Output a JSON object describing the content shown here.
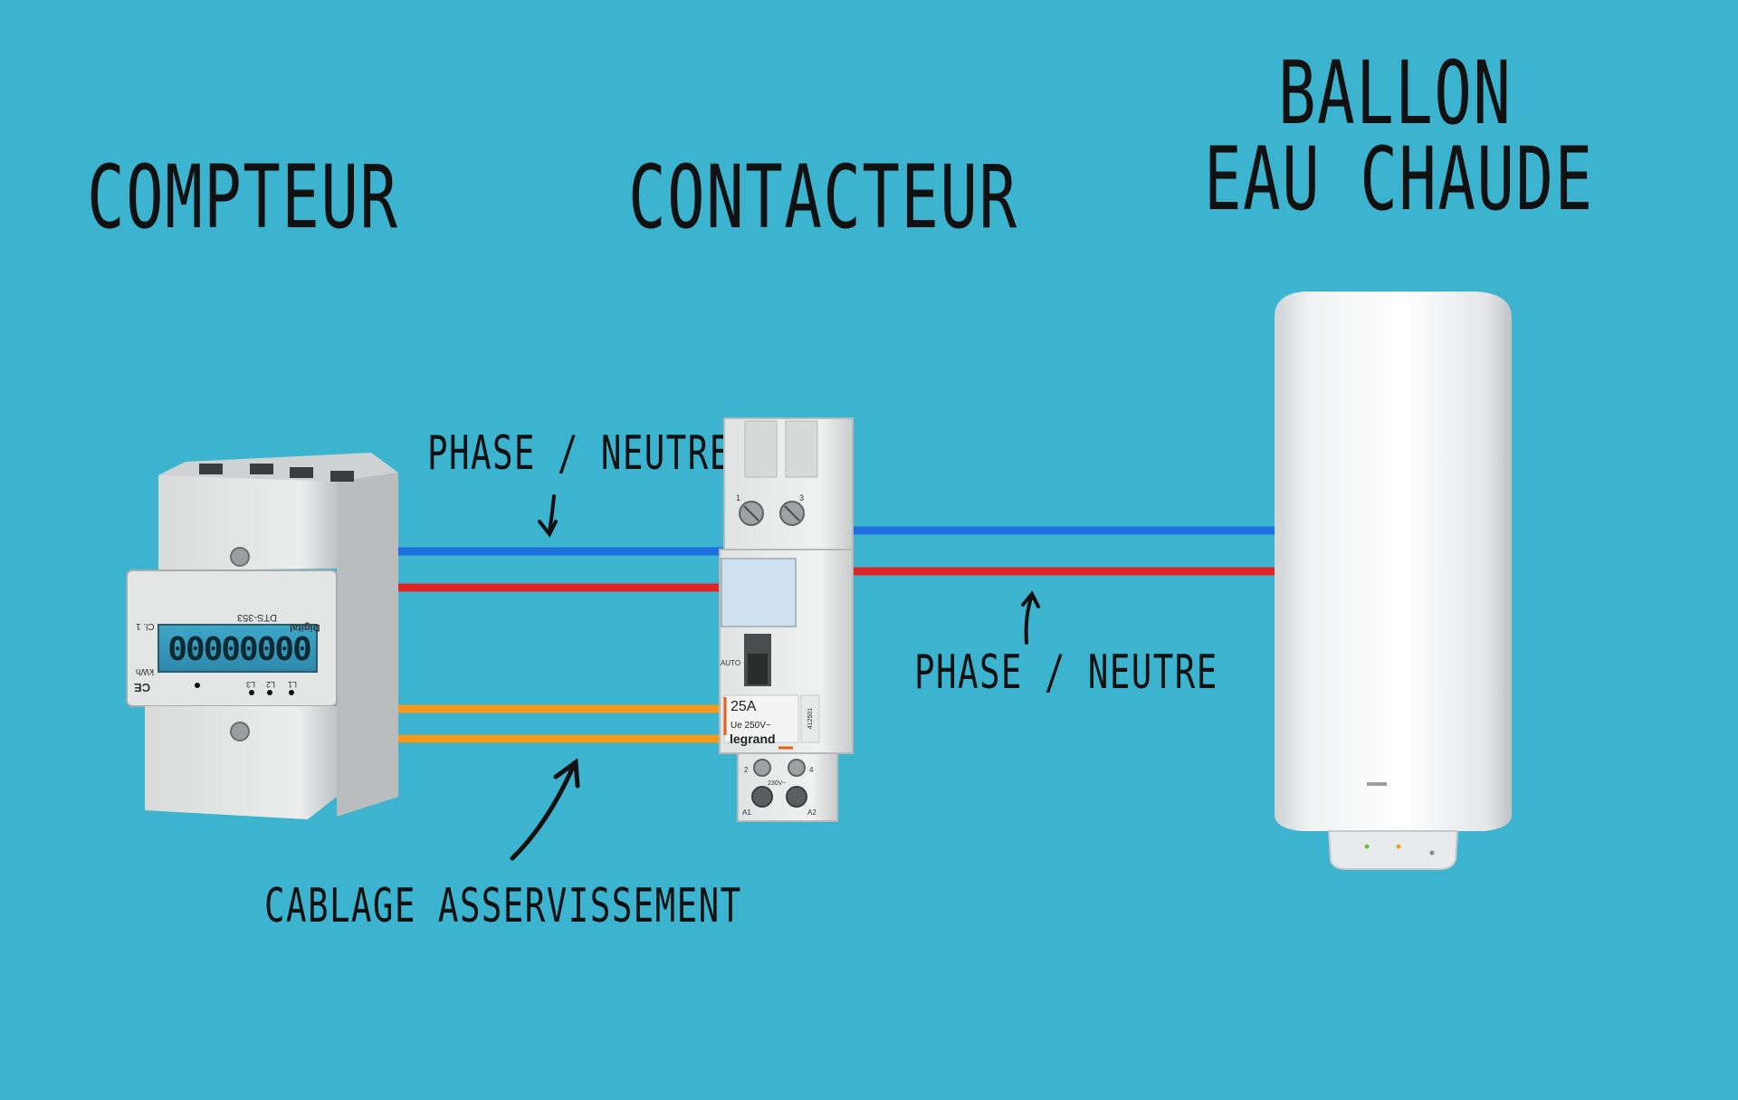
{
  "labels": {
    "compteur": "COMPTEUR",
    "contacteur": "CONTACTEUR",
    "ballon_line1": "BALLON",
    "ballon_line2": "EAU CHAUDE",
    "phase_neutre_left": "PHASE / NEUTRE",
    "phase_neutre_right": "PHASE / NEUTRE",
    "cablage": "CABLAGE ASSERVISSEMENT"
  },
  "meter": {
    "display": "00000000",
    "brand": "Digital",
    "model": "DTS-353",
    "class": "Cl. 1",
    "unit": "kWh",
    "mark": "CE",
    "terminals": [
      "L1",
      "L2",
      "L3"
    ]
  },
  "contactor": {
    "rating": "25A",
    "voltage": "Ue 250V~",
    "brand": "legrand",
    "ref": "412501",
    "mode": "AUTO",
    "coil": "230V~",
    "terminals_top": [
      "1",
      "3"
    ],
    "terminals_bottom": [
      "2",
      "4",
      "A1",
      "A2"
    ]
  },
  "colors": {
    "background": "#3cb3cf",
    "neutral_wire": "#1f6fe0",
    "phase_wire": "#e02424",
    "control_wire": "#f59a1c"
  }
}
